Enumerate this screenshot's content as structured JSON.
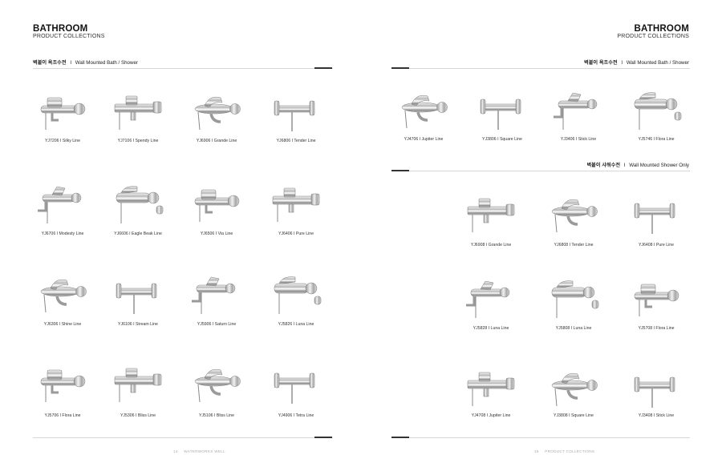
{
  "left_page": {
    "title": "BATHROOM",
    "subtitle": "PRODUCT COLLECTIONS",
    "section_korean": "벽붙이 욕조수전",
    "section_sep": "I",
    "section_english": "Wall Mounted Bath / Shower",
    "products": [
      [
        "YJ7206  I  Silky Line",
        "YJ7106  I  Spendy Line",
        "YJ6906  I  Grande Line",
        "YJ6806  I  Tender Line"
      ],
      [
        "YJ6706  I  Modesty Line",
        "YJ6606  I  Eagle Beak Line",
        "YJ6506  I  Via Line",
        "YJ6406  I  Pure Line"
      ],
      [
        "YJ6306  I  Shine Line",
        "YJ6106  I  Stream Line",
        "YJ5906  I  Saturn Line",
        "YJ5826  I  Luna Line"
      ],
      [
        "YJ5706  I  Flora Line",
        "YJ5306  I  Bliss Line",
        "YJ5106  I  Bliss Line",
        "YJ4906  I  Tetra Line"
      ]
    ],
    "page_number": "14",
    "footer_text": "WATERWORKS WELL"
  },
  "right_page": {
    "title": "BATHROOM",
    "subtitle": "PRODUCT COLLECTIONS",
    "section1_korean": "벽붙이 욕조수전",
    "section1_sep": "I",
    "section1_english": "Wall Mounted Bath / Shower",
    "section1_products": [
      "YJ4706  I  Jupiter Line",
      "YJ3806  I  Square Line",
      "YJ3406  I  Stick Line",
      "YJ5746  I  Flora Line"
    ],
    "section2_korean": "벽붙이 샤워수전",
    "section2_sep": "I",
    "section2_english": "Wall Mounted Shower Only",
    "section2_products": [
      [
        "YJ6908  I  Grande Line",
        "YJ6808  I  Tender Line",
        "YJ6408  I  Pure Line"
      ],
      [
        "YJ5828  I  Luna Line",
        "YJ5808  I  Luna Line",
        "YJ5708  I  Flora Line"
      ],
      [
        "YJ4708  I  Jupiter Line",
        "YJ3808  I  Square Line",
        "YJ3408  I  Stick Line"
      ]
    ],
    "page_number": "15",
    "footer_text": "PRODUCT COLLECTIONS"
  }
}
